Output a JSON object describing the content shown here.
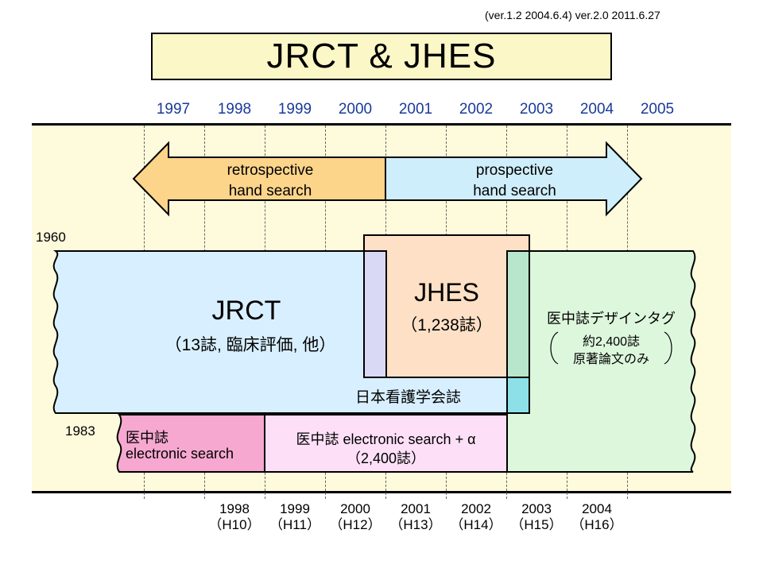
{
  "version": "(ver.1.2  2004.6.4)  ver.2.0  2011.6.27",
  "title": "JRCT & JHES",
  "top_years": [
    "1997",
    "1998",
    "1999",
    "2000",
    "2001",
    "2002",
    "2003",
    "2004",
    "2005"
  ],
  "bottom_years": [
    {
      "year": "1998",
      "era": "（H10）"
    },
    {
      "year": "1999",
      "era": "（H11）"
    },
    {
      "year": "2000",
      "era": "（H12）"
    },
    {
      "year": "2001",
      "era": "（H13）"
    },
    {
      "year": "2002",
      "era": "（H14）"
    },
    {
      "year": "2003",
      "era": "（H15）"
    },
    {
      "year": "2004",
      "era": "（H16）"
    }
  ],
  "arrow": {
    "retrospective": [
      "retrospective",
      "hand search"
    ],
    "prospective": [
      "prospective",
      "hand search"
    ],
    "retro_color": "#fcd48a",
    "pro_color": "#cfeefb"
  },
  "labels": {
    "start_1960": "1960",
    "start_1983": "1983"
  },
  "jrct": {
    "name": "JRCT",
    "detail": "（13誌, 臨床評価, 他）",
    "color": "#d8efff"
  },
  "jhes": {
    "name": "JHES",
    "detail": "（1,238誌）",
    "color": "#fde0c6"
  },
  "kango": {
    "name": "日本看護学会誌",
    "lavender": "#d9d9f5",
    "green": "#b8e6cc",
    "cyan": "#8ee0e8"
  },
  "ichushi_tag": {
    "name": "医中誌デザインタグ",
    "count": "約2,400誌",
    "note": "原著論文のみ",
    "color": "#ddf7dd"
  },
  "ichushi_es": {
    "name": "医中誌",
    "sub": "electronic search",
    "color": "#f6a8d0"
  },
  "ichushi_es_alpha": {
    "name": "医中誌 electronic search + α",
    "detail": "（2,400誌）",
    "color": "#fde0f8"
  }
}
